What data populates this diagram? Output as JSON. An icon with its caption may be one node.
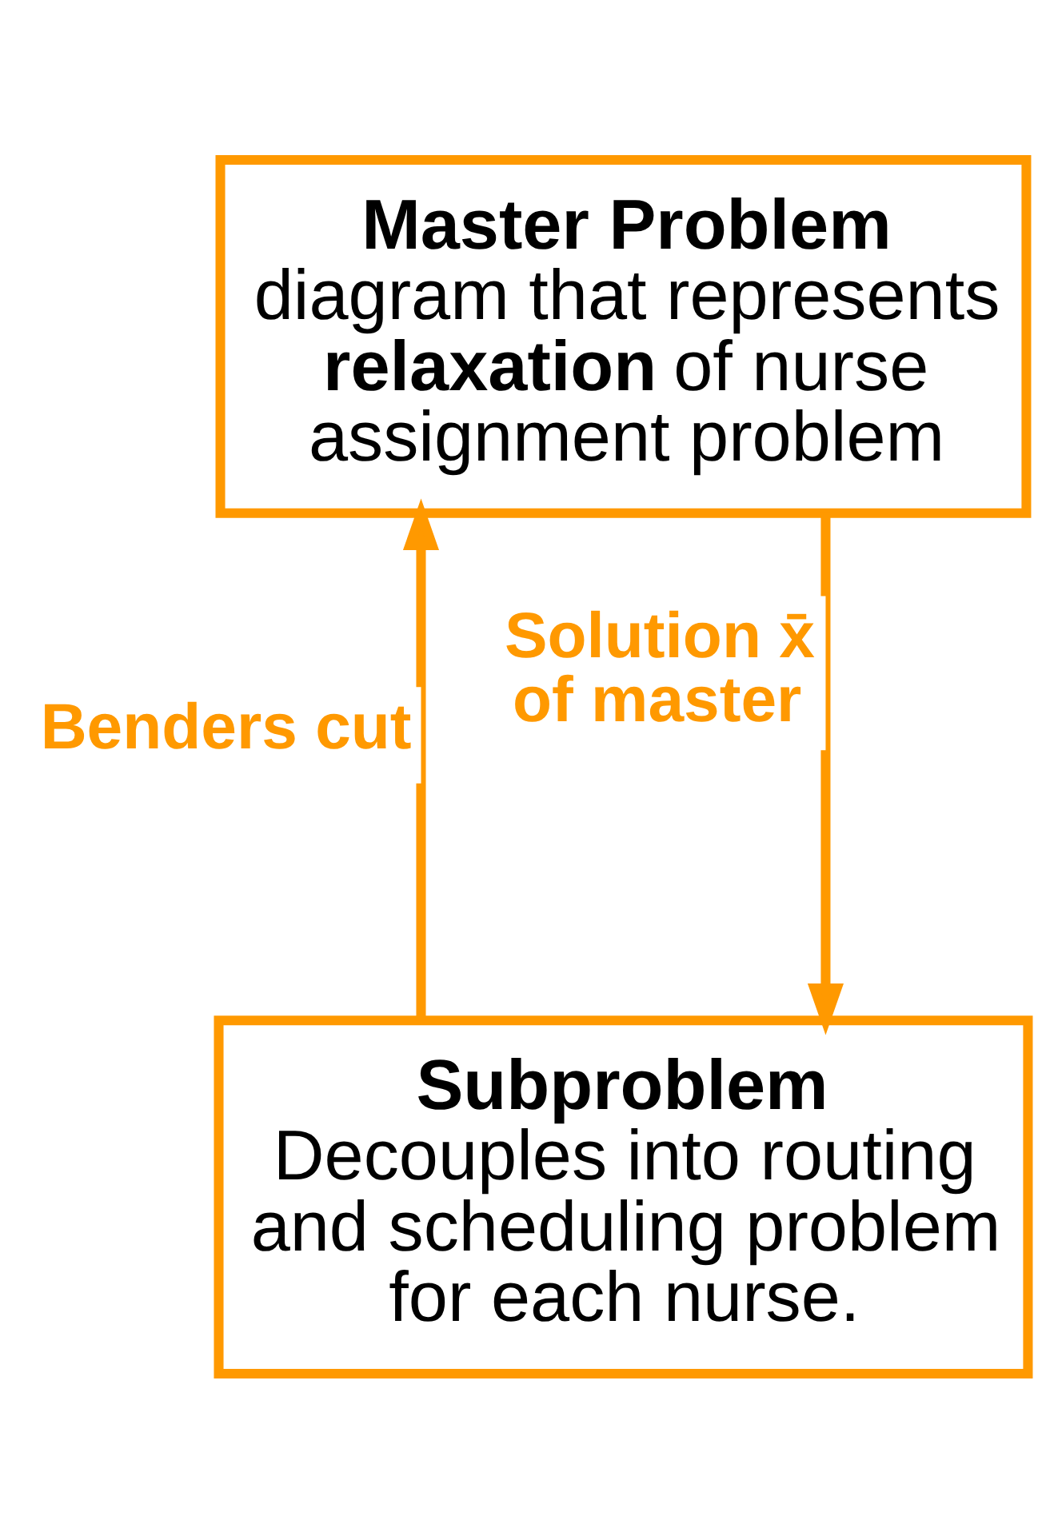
{
  "diagram": {
    "nodes": [
      {
        "text": [
          "Master Problem",
          "diagram that represents **relaxation** of nurse assignment problem"
        ]
      },
      {
        "text": [
          "Subproblem",
          "Decouples into routing and scheduling problem for each nurse."
        ]
      }
    ],
    "edges": [
      {
        "from": 1,
        "to": 0,
        "arrow": "to",
        "label": "Benders cut"
      },
      {
        "from": 0,
        "to": 1,
        "arrow": "to",
        "label": "Solution x̄ of master"
      }
    ]
  }
}
